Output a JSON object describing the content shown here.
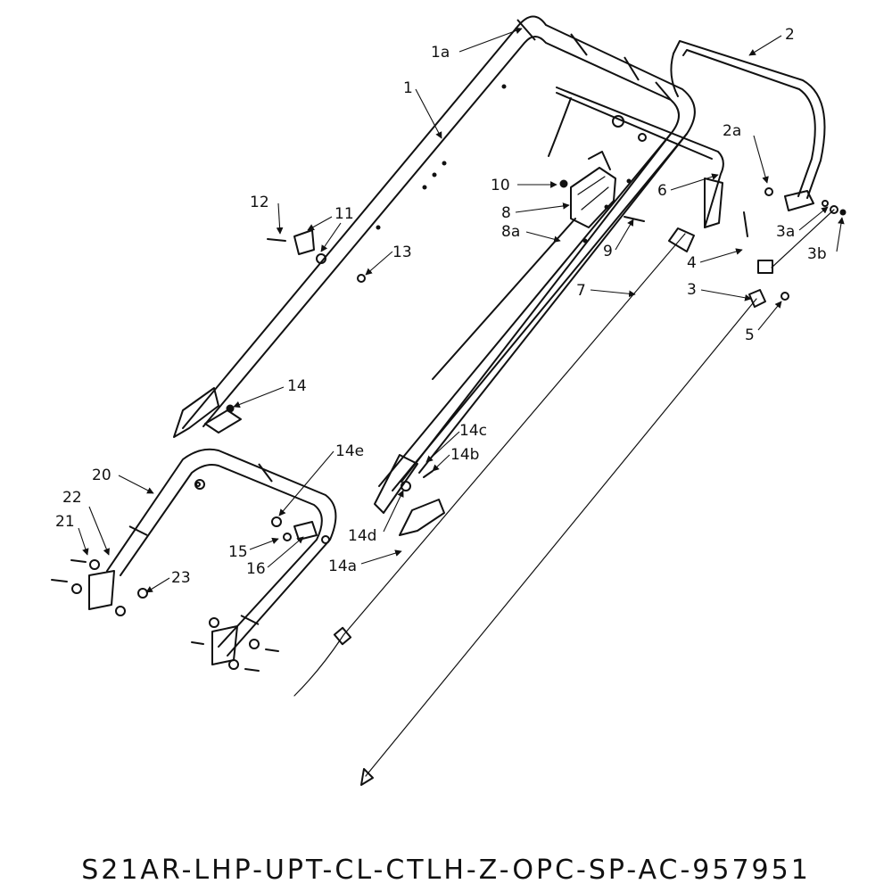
{
  "model_code": "S21AR-LHP-UPT-CL-CTLH-Z-OPC-SP-AC-957951",
  "callouts": {
    "c1": "1",
    "c1a": "1a",
    "c2": "2",
    "c2a": "2a",
    "c3": "3",
    "c3a": "3a",
    "c3b": "3b",
    "c4": "4",
    "c5": "5",
    "c6": "6",
    "c7": "7",
    "c8": "8",
    "c8a": "8a",
    "c9": "9",
    "c10": "10",
    "c11": "11",
    "c12": "12",
    "c13": "13",
    "c14": "14",
    "c14a": "14a",
    "c14b": "14b",
    "c14c": "14c",
    "c14d": "14d",
    "c14e": "14e",
    "c15": "15",
    "c16": "16",
    "c20": "20",
    "c21": "21",
    "c22": "22",
    "c23": "23"
  }
}
